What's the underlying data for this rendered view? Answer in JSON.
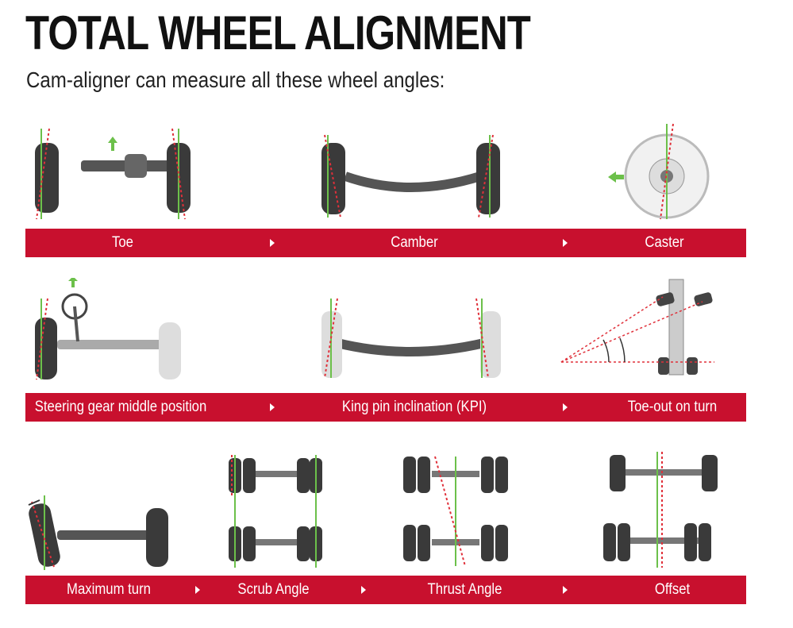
{
  "header": {
    "title": "TOTAL WHEEL ALIGNMENT",
    "subtitle": "Cam-aligner can measure all these wheel angles:"
  },
  "colors": {
    "band": "#c8102e",
    "tire": "#3a3a3a",
    "guide_green": "#6cc04a",
    "guide_red": "#e0303a"
  },
  "rows": [
    {
      "labels": [
        "Toe",
        "Camber",
        "Caster"
      ]
    },
    {
      "labels": [
        "Steering gear middle position",
        "King pin inclination (KPI)",
        "Toe-out on turn"
      ]
    },
    {
      "labels": [
        "Maximum turn",
        "Scrub Angle",
        "Thrust Angle",
        "Offset"
      ]
    }
  ],
  "icons": [
    "arrow-right-icon",
    "tire-icon",
    "axle-icon",
    "steering-wheel-icon",
    "up-arrow-icon",
    "left-arrow-icon"
  ]
}
